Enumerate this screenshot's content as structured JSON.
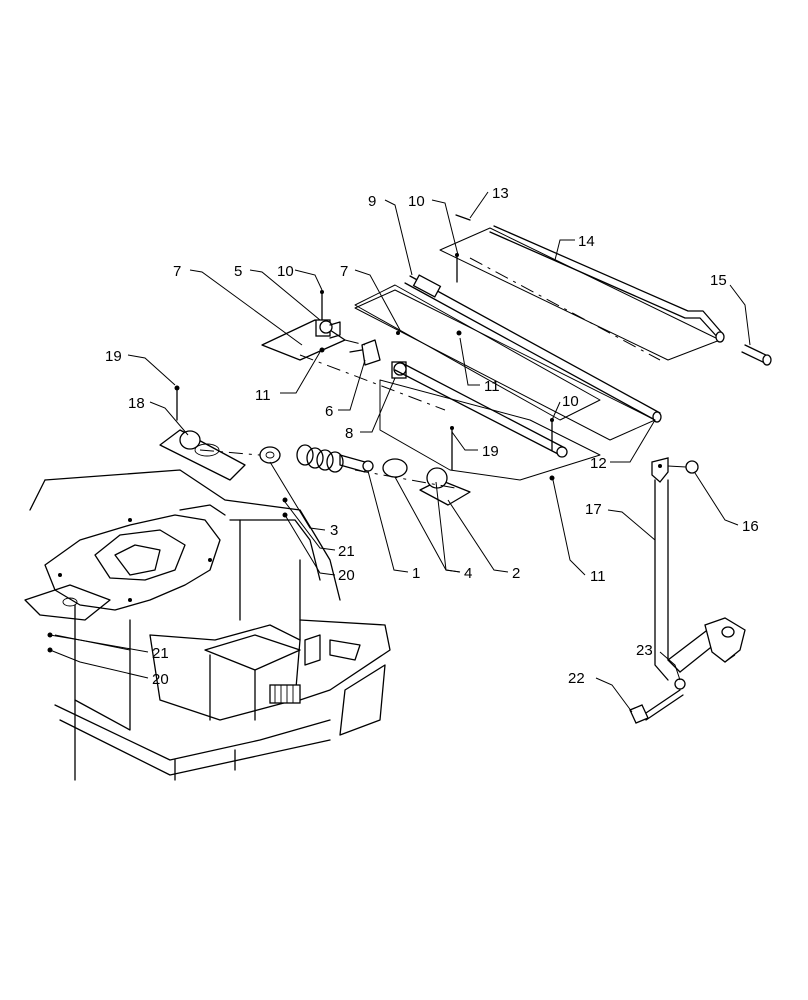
{
  "callouts": {
    "c1": "1",
    "c2": "2",
    "c3": "3",
    "c4": "4",
    "c5": "5",
    "c6": "6",
    "c7a": "7",
    "c7b": "7",
    "c8": "8",
    "c9": "9",
    "c10a": "10",
    "c10b": "10",
    "c10c": "10",
    "c11a": "11",
    "c11b": "11",
    "c11c": "11",
    "c12": "12",
    "c13": "13",
    "c14": "14",
    "c15": "15",
    "c16": "16",
    "c17": "17",
    "c18": "18",
    "c19a": "19",
    "c19b": "19",
    "c20a": "20",
    "c20b": "20",
    "c21a": "21",
    "c21b": "21",
    "c22": "22",
    "c23": "23"
  }
}
